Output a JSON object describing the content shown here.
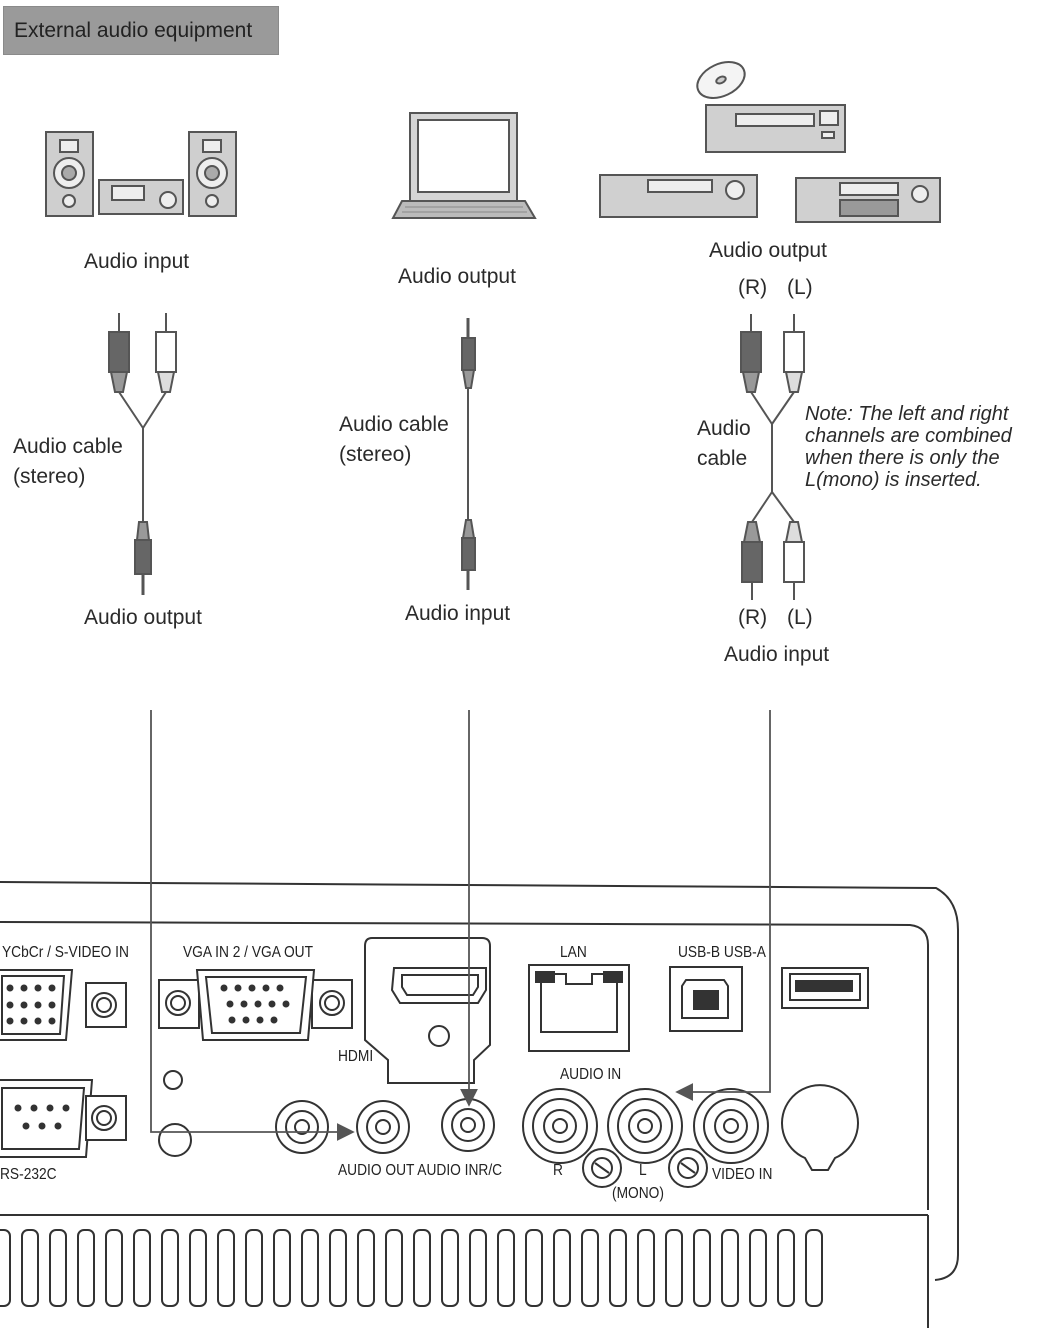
{
  "section_title": "External audio equipment",
  "column_left": {
    "device_label": "Audio input",
    "cable_label_line1": "Audio cable",
    "cable_label_line2": "(stereo)",
    "end_label": "Audio output"
  },
  "column_middle": {
    "device_label": "Audio output",
    "cable_label_line1": "Audio cable",
    "cable_label_line2": "(stereo)",
    "end_label": "Audio input"
  },
  "column_right": {
    "device_label": "Audio output",
    "top_channels": [
      "(R)",
      "(L)"
    ],
    "cable_label_line1": "Audio",
    "cable_label_line2": "cable",
    "bottom_channels": [
      "(R)",
      "(L)"
    ],
    "end_label": "Audio input"
  },
  "note_lines": [
    "Note: The left and right",
    "channels  are combined",
    "when there is only the",
    "L(mono) is inserted."
  ],
  "ports": {
    "ycbcr": "YCbCr / S-VIDEO IN",
    "vga": "VGA IN 2 / VGA OUT",
    "lan": "LAN",
    "usb": "USB-B USB-A",
    "hdmi": "HDMI",
    "audio_in_header": "AUDIO IN",
    "rs232c": "RS-232C",
    "audio_out_in": "AUDIO OUT AUDIO INR/C",
    "r": "R",
    "l": "L",
    "mono": "(MONO)",
    "video_in": "VIDEO IN"
  }
}
